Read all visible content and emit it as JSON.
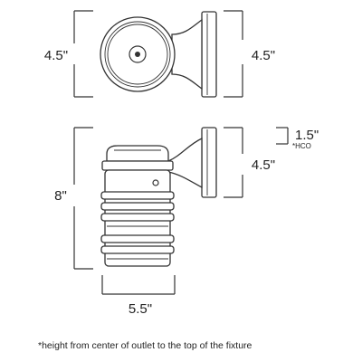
{
  "dimensions": {
    "top_view_height": "4.5\"",
    "top_view_backplate": "4.5\"",
    "front_view_height": "8\"",
    "front_view_backplate": "4.5\"",
    "front_view_width": "5.5\"",
    "hco_value": "1.5\"",
    "hco_label": "*HCO"
  },
  "footnote": "*height from center of outlet to the top of the fixture",
  "colors": {
    "line": "#333333",
    "text": "#222222",
    "background": "#ffffff"
  }
}
